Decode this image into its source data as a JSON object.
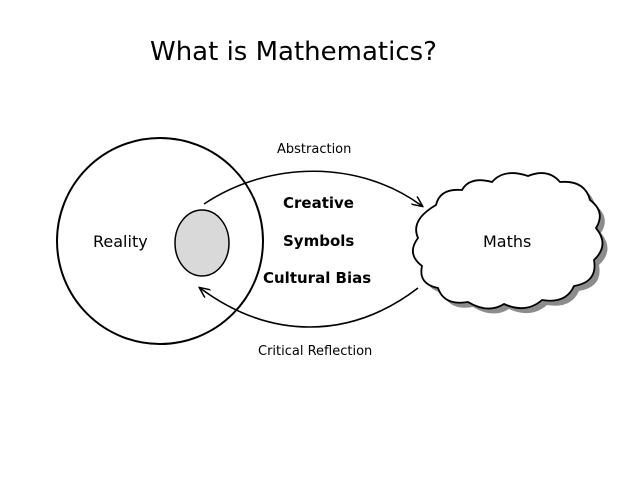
{
  "title": "What is Mathematics?",
  "nodes": {
    "reality": "Reality",
    "maths": "Maths"
  },
  "arrows": {
    "top": "Abstraction",
    "bottom": "Critical Reflection"
  },
  "center_terms": [
    "Creative",
    "Symbols",
    "Cultural Bias"
  ],
  "colors": {
    "stroke": "#000000",
    "inner_circle_fill": "#d9d9d9",
    "cloud_shadow": "#8c8c8c"
  }
}
